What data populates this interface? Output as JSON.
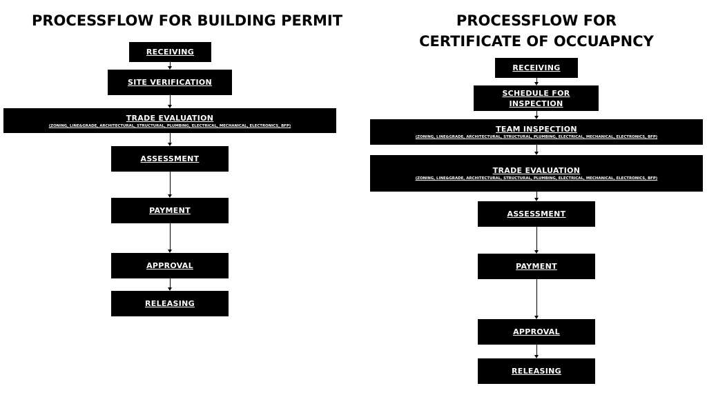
{
  "colors": {
    "box": "#000000",
    "text_on_box": "#ffffff",
    "background": "#ffffff"
  },
  "building_permit": {
    "title": "PROCESSFLOW FOR BUILDING PERMIT",
    "steps": {
      "receiving": "RECEIVING",
      "site_verification": "SITE VERIFICATION",
      "trade_evaluation": "TRADE EVALUATION",
      "trade_evaluation_detail": "(ZONING, LINE&GRADE, ARCHITECTURAL, STRUCTURAL, PLUMBING, ELECTRICAL, MECHANICAL, ELECTRONICS, BFP)",
      "assessment": "ASSESSMENT",
      "payment": "PAYMENT",
      "approval": "APPROVAL",
      "releasing": "RELEASING"
    }
  },
  "occupancy": {
    "title_line1": "PROCESSFLOW FOR",
    "title_line2": "CERTIFICATE OF OCCUAPNCY",
    "steps": {
      "receiving": "RECEIVING",
      "schedule_line1": "SCHEDULE FOR",
      "schedule_line2": "INSPECTION",
      "team_inspection": "TEAM INSPECTION",
      "team_inspection_detail": "(ZONING, LINE&GRADE, ARCHITECTURAL, STRUCTURAL, PLUMBING, ELECTRICAL, MECHANICAL, ELECTRONICS, BFP)",
      "trade_evaluation": "TRADE EVALUATION",
      "trade_evaluation_detail": "(ZONING, LINE&GRADE, ARCHITECTURAL, STRUCTURAL, PLUMBING, ELECTRICAL, MECHANICAL, ELECTRONICS, BFP)",
      "assessment": "ASSESSMENT",
      "payment": "PAYMENT",
      "approval": "APPROVAL",
      "releasing": "RELEASING"
    }
  }
}
